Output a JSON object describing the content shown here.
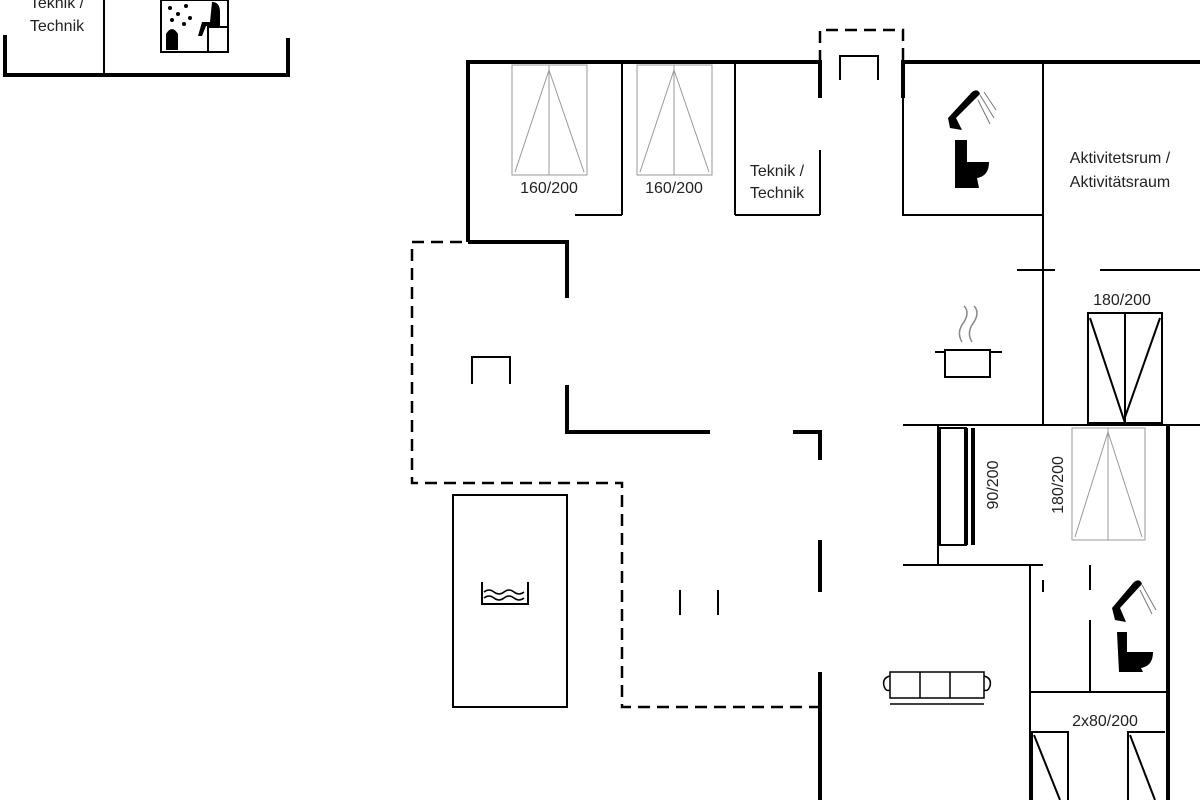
{
  "rooms": {
    "technik_top_left": {
      "line1": "Teknik /",
      "line2": "Technik"
    },
    "technik_main": {
      "line1": "Teknik /",
      "line2": "Technik"
    },
    "activity_room": {
      "line1": "Aktivitetsrum /",
      "line2": "Aktivitätsraum"
    }
  },
  "beds": {
    "bed1": "160/200",
    "bed2": "160/200",
    "bed3": "180/200",
    "bed4": "180/200",
    "bed5": "90/200",
    "bed6": "2x80/200"
  },
  "icons": [
    "sauna-icon",
    "shower-icon",
    "toilet-icon",
    "cooking-pot-icon",
    "pool-icon",
    "sofa-icon",
    "fireplace-icon"
  ]
}
